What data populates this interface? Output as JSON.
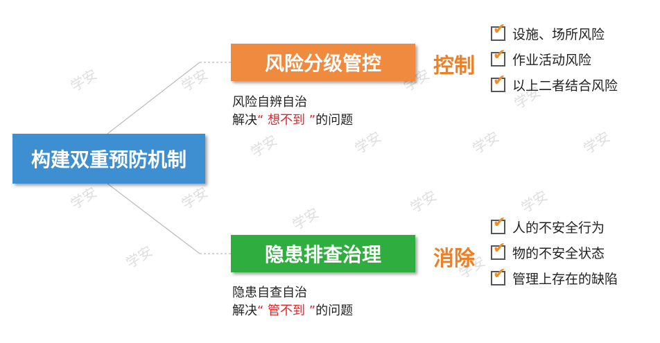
{
  "root": {
    "label": "构建双重预防机制"
  },
  "branches": [
    {
      "label": "风险分级管控",
      "action": "控制",
      "desc_line1": "风险自辨自治",
      "desc_prefix": "解决",
      "desc_quote": "“ 想不到 ”",
      "desc_suffix": "的问题",
      "items": [
        "设施、场所风险",
        "作业活动风险",
        "以上二者结合风险"
      ],
      "color": "#ef8a3e"
    },
    {
      "label": "隐患排查治理",
      "action": "消除",
      "desc_line1": "隐患自查自治",
      "desc_prefix": "解决",
      "desc_quote": "“ 管不到 ”",
      "desc_suffix": "的问题",
      "items": [
        "人的不安全行为",
        "物的不安全状态",
        "管理上存在的缺陷"
      ],
      "color": "#2fae3f"
    }
  ],
  "watermark": {
    "text": "学安"
  },
  "colors": {
    "root": "#3d8fd1",
    "action": "#f07e22",
    "highlight": "#e0262b"
  }
}
